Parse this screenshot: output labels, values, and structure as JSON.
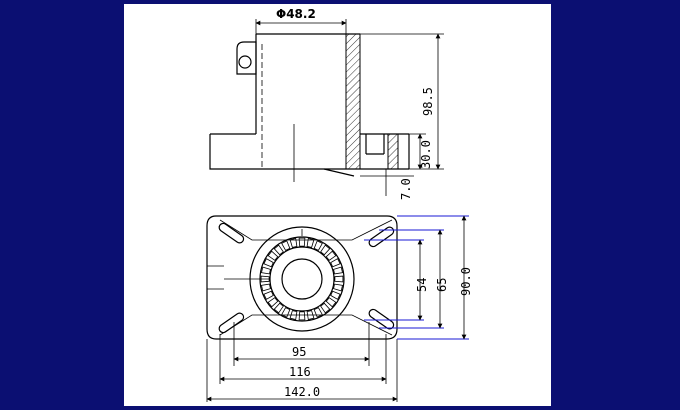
{
  "drawing": {
    "background_color": "#0b0f72",
    "sheet_color": "#ffffff",
    "line_color": "#000000",
    "dimension_color": "#1a1ad6"
  },
  "side_view": {
    "diameter_label": "Φ48.2",
    "height_label": "98.5",
    "flange_thickness_label": "30.0",
    "base_offset_label": "7.0"
  },
  "top_view": {
    "width_inner_label": "95",
    "width_mid_label": "116",
    "width_outer_label": "142.0",
    "height_inner_label": "54",
    "height_mid_label": "65",
    "height_outer_label": "90.0"
  }
}
